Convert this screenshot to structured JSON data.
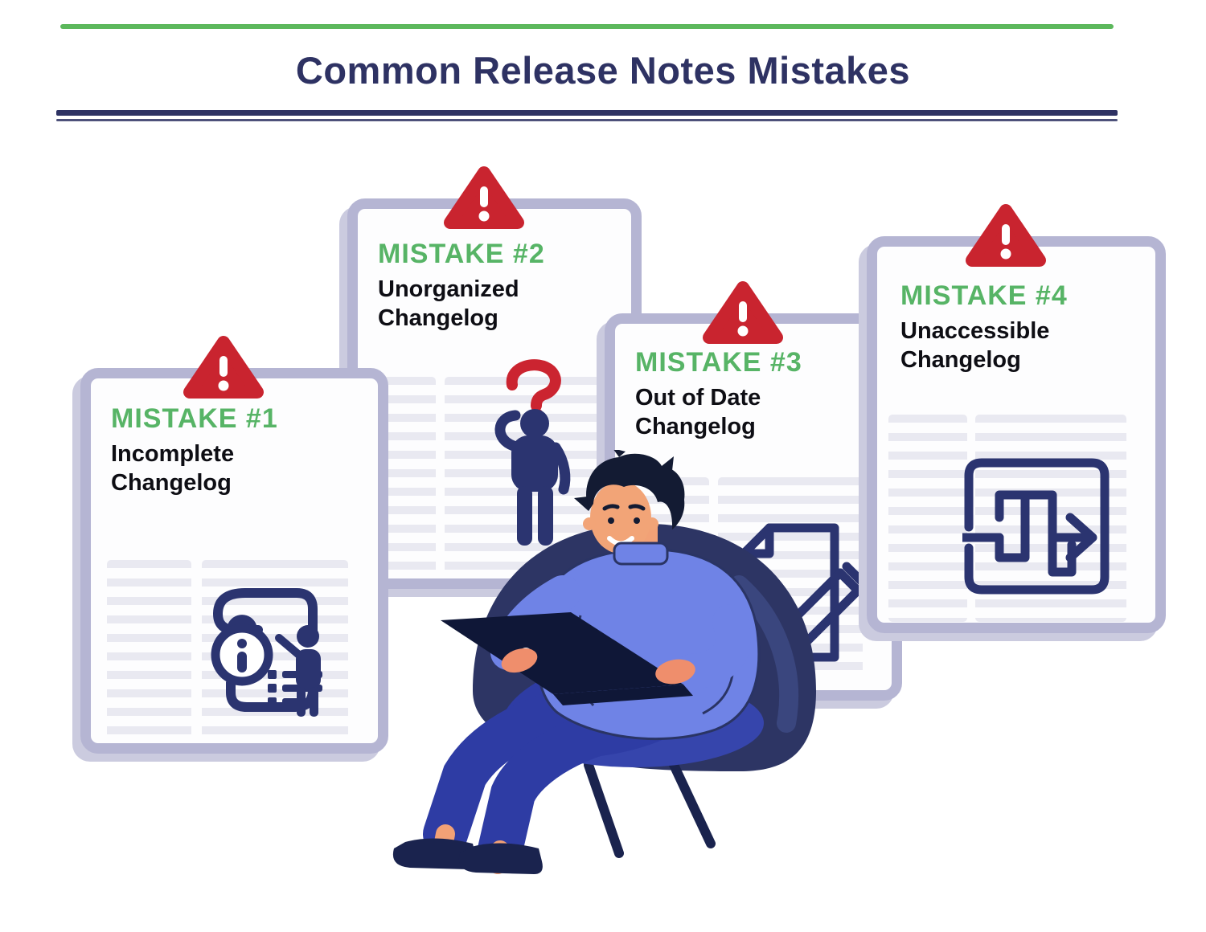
{
  "title": "Common Release Notes Mistakes",
  "cards": [
    {
      "label": "MISTAKE #1",
      "description": "Incomplete Changelog",
      "icon": "scroll-info-list-presenter-icon"
    },
    {
      "label": "MISTAKE #2",
      "description": "Unorganized Changelog",
      "icon": "confused-person-question-mark-icon"
    },
    {
      "label": "MISTAKE #3",
      "description": "Out of Date Changelog",
      "icon": "document-pencil-edit-icon"
    },
    {
      "label": "MISTAKE #4",
      "description": "Unaccessible Changelog",
      "icon": "maze-exit-arrow-icon"
    }
  ],
  "warning_icon": "warning-triangle-exclamation-icon",
  "illustration": "man-working-on-laptop-in-round-chair",
  "colors": {
    "accent_green_line": "#5CB85C",
    "heading_green": "#57B466",
    "title_navy": "#2E3263",
    "card_border_lavender": "#B5B5D3",
    "warning_red": "#C9242F",
    "icon_navy": "#2B3470",
    "skeleton_gray": "#E9E9F1",
    "sweater_blue": "#6F83E6",
    "pants_blue": "#2E3CA4",
    "chair_navy": "#2D3564"
  }
}
